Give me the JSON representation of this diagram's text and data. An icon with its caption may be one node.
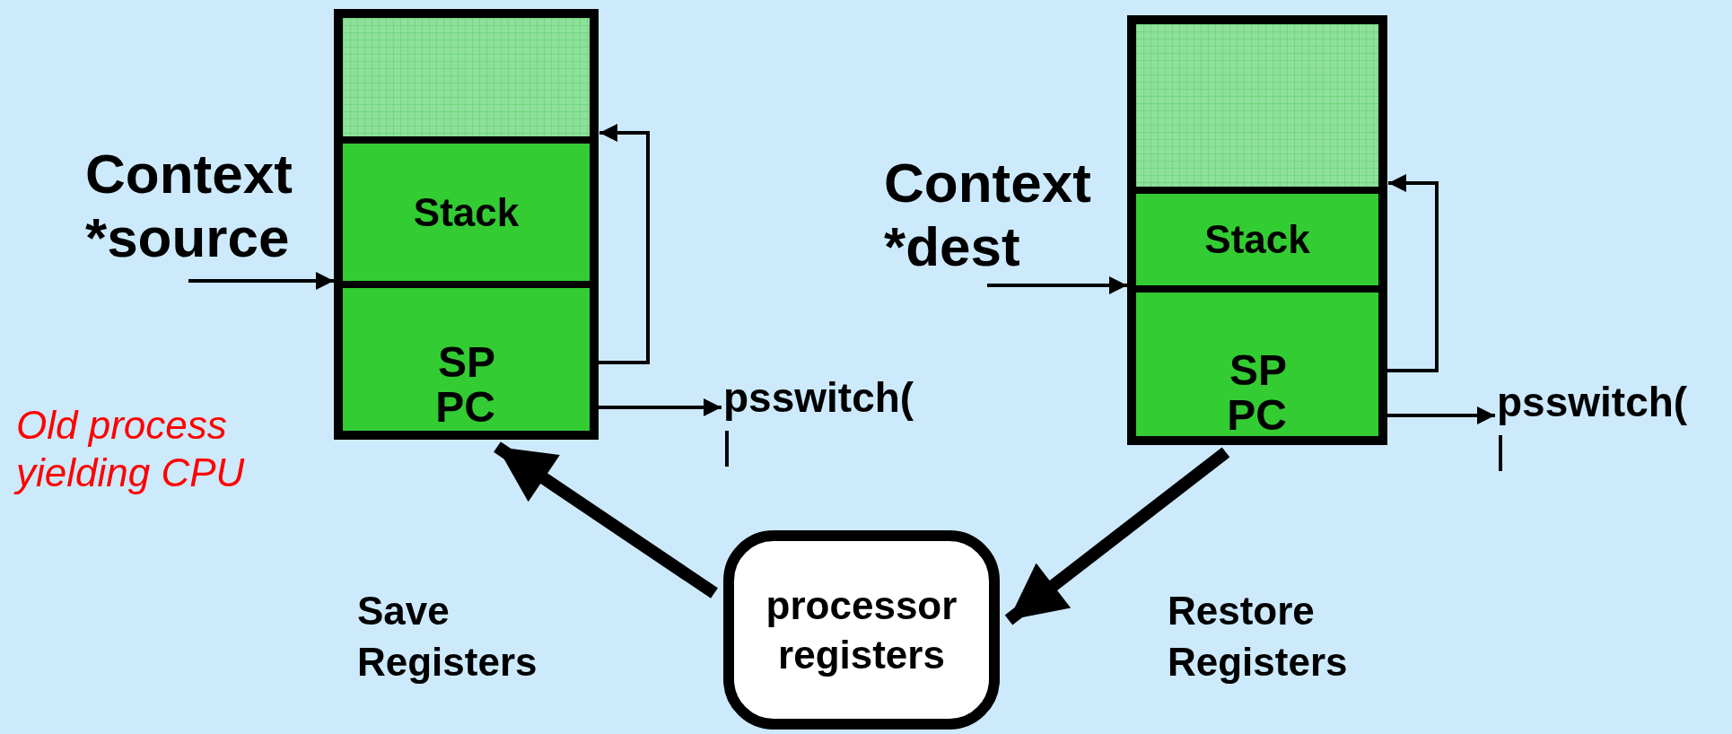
{
  "diagram": {
    "nodes": [
      {
        "text": [],
        "shape": "box"
      },
      {
        "text": [],
        "shape": "box",
        "in": 0
      },
      {
        "text": [
          "Stack"
        ],
        "in": 0
      },
      {
        "text": [],
        "shape": "box",
        "in": 0
      },
      {
        "text": [
          "SP"
        ],
        "in": 3
      },
      {
        "text": [
          "PC"
        ],
        "in": 3
      },
      {
        "text": [
          "Context *source"
        ]
      },
      {
        "text": [
          "psswitch("
        ]
      },
      {
        "text": [],
        "shape": "box"
      },
      {
        "text": [],
        "shape": "box",
        "in": 8
      },
      {
        "text": [
          "Stack"
        ],
        "in": 8
      },
      {
        "text": [],
        "shape": "box",
        "in": 8
      },
      {
        "text": [
          "SP"
        ],
        "in": 11
      },
      {
        "text": [
          "PC"
        ],
        "in": 11
      },
      {
        "text": [
          "Context *dest"
        ]
      },
      {
        "text": [
          "psswitch("
        ]
      },
      {
        "text": [
          "processor registers"
        ]
      }
    ],
    "edges": [
      {
        "from": 6,
        "to": 3,
        "arrow": "to"
      },
      {
        "from": 4,
        "to": 2,
        "arrow": "to"
      },
      {
        "from": 5,
        "to": 7,
        "arrow": "to"
      },
      {
        "from": 14,
        "to": 11,
        "arrow": "to"
      },
      {
        "from": 12,
        "to": 10,
        "arrow": "to"
      },
      {
        "from": 13,
        "to": 15,
        "arrow": "to"
      },
      {
        "from": 16,
        "to": 0,
        "arrow": "to",
        "style": "thick"
      },
      {
        "from": 8,
        "to": 16,
        "arrow": "to",
        "style": "thick"
      }
    ],
    "labels": [
      "Old process yielding CPU",
      "Save Registers",
      "Restore Registers"
    ]
  }
}
